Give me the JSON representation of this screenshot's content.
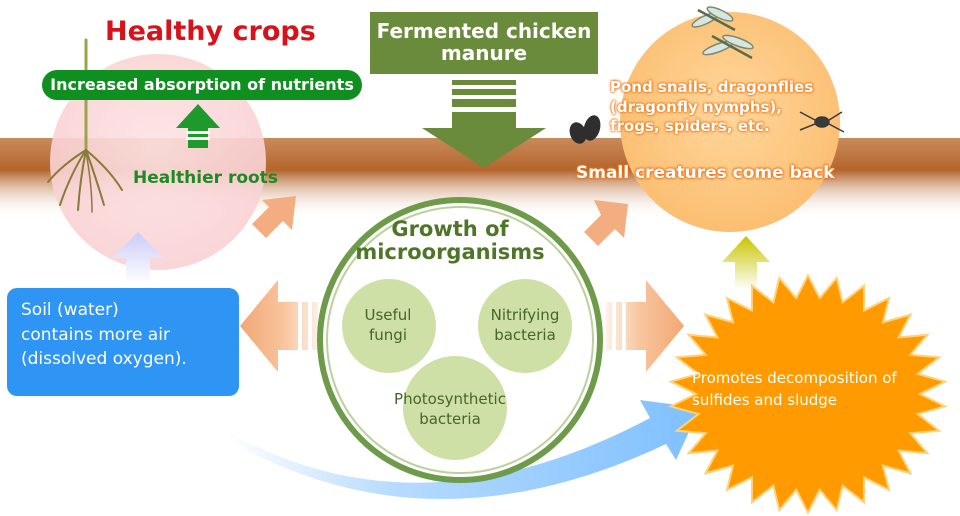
{
  "texts": {
    "healthy_crops": "Healthy crops",
    "increased_absorption": "Increased absorption of nutrients",
    "manure_line1": "Fermented chicken",
    "manure_line2": "manure",
    "healthier_roots": "Healthier roots",
    "creatures_line1": "Pond snails, dragonflies",
    "creatures_line2": "(dragonfly nymphs),",
    "creatures_line3": "frogs, spiders, etc.",
    "small_creatures": "Small creatures come back",
    "soil_line1": "Soil (water)",
    "soil_line2": "contains more air",
    "soil_line3": "(dissolved oxygen).",
    "growth_line1": "Growth of",
    "growth_line2": "microorganisms",
    "fungi_line1": "Useful",
    "fungi_line2": "fungi",
    "nitrifying_line1": "Nitrifying",
    "nitrifying_line2": "bacteria",
    "photo_line1": "Photosynthetic",
    "photo_line2": "bacteria",
    "decomp_line1": "Promotes decomposition of",
    "decomp_line2": "sulfides and sludge"
  },
  "colors": {
    "title_red": "#d8121b",
    "pill_green": "#0e8f1f",
    "manure_olive": "#6a8a3c",
    "soil_brown": "#b4652c",
    "soil_box_blue": "#2f95f5",
    "burst_orange": "#ff9b00",
    "circle_green": "#6e9b4a"
  }
}
